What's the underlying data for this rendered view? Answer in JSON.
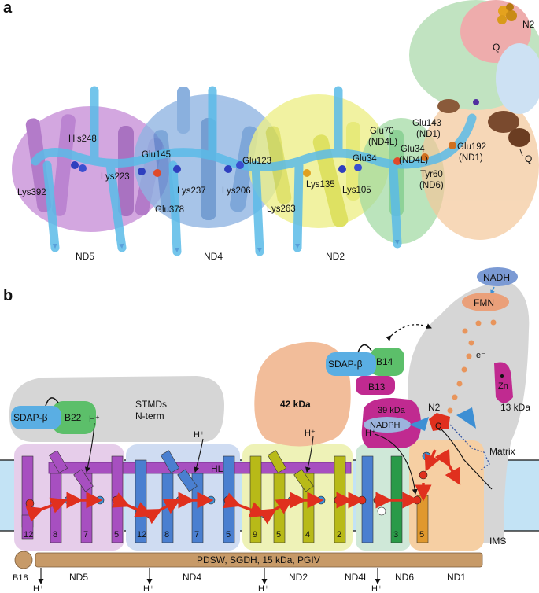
{
  "panel_a": {
    "letter": "a",
    "subunits": [
      "ND5",
      "ND4",
      "ND2"
    ],
    "residues": {
      "lys392": "Lys392",
      "his248": "His248",
      "lys223": "Lys223",
      "glu145": "Glu145",
      "lys237": "Lys237",
      "glu378": "Glu378",
      "lys206": "Lys206",
      "glu123": "Glu123",
      "lys263": "Lys263",
      "lys135": "Lys135",
      "lys105": "Lys105",
      "glu34": "Glu34",
      "glu70": "Glu70",
      "glu70_sub": "(ND4L)",
      "glu34b": "Glu34",
      "glu34b_sub": "(ND4L)",
      "glu143": "Glu143",
      "glu143_sub": "(ND1)",
      "glu192": "Glu192",
      "glu192_sub": "(ND1)",
      "tyr60": "Tyr60",
      "tyr60_sub": "(ND6)"
    },
    "n2": "N2",
    "q_top": "Q",
    "q_right": "Q"
  },
  "panel_b": {
    "letter": "b",
    "nadh": "NADH",
    "fmn": "FMN",
    "electron": "e⁻",
    "zn": "Zn",
    "kda13": "13 kDa",
    "sdap_right": "SDAP-β",
    "b14": "B14",
    "b13": "B13",
    "kda42": "42 kDa",
    "sdap_left": "SDAP-β",
    "b22": "B22",
    "stmds_1": "STMDs",
    "stmds_2": "N-term",
    "kda39": "39 kDa",
    "nadph": "NADPH",
    "n2": "N2",
    "q": "Q",
    "matrix": "Matrix",
    "ims": "IMS",
    "hl": "HL",
    "hplus": "H⁺",
    "bottom_bar": "PDSW, SGDH, 15 kDa, PGIV",
    "b18": "B18",
    "helix_numbers": {
      "h12a": "12",
      "h8a": "8",
      "h7a": "7",
      "h5a": "5",
      "h12b": "12",
      "h8b": "8",
      "h7b": "7",
      "h5b": "5",
      "h9": "9",
      "h5c": "5",
      "h4": "4",
      "h2": "2",
      "h3": "3",
      "h5d": "5"
    },
    "subunits": {
      "nd5": "ND5",
      "nd4": "ND4",
      "nd2": "ND2",
      "nd4l": "ND4L",
      "nd6": "ND6",
      "nd1": "ND1"
    }
  }
}
